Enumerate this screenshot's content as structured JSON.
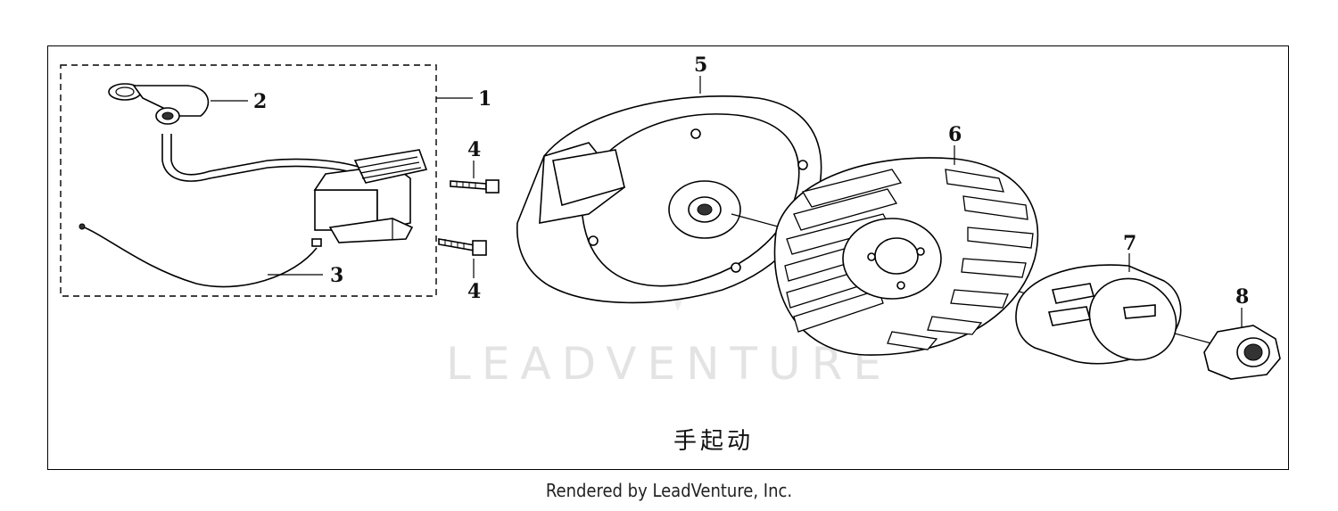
{
  "caption": "手起动",
  "credit": "Rendered by LeadVenture, Inc.",
  "watermark": "LEADVENTURE",
  "callouts": {
    "c1": "1",
    "c2": "2",
    "c3": "3",
    "c4a": "4",
    "c4b": "4",
    "c5": "5",
    "c6": "6",
    "c7": "7",
    "c8": "8"
  }
}
